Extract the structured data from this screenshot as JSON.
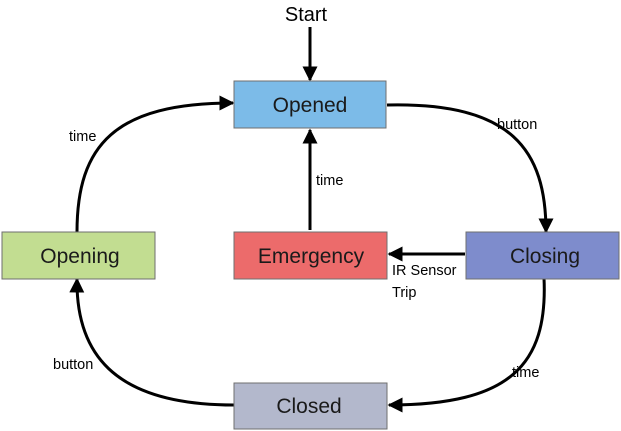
{
  "diagram": {
    "start_label": "Start",
    "states": {
      "opened": {
        "label": "Opened",
        "color": "#7cbbe8"
      },
      "opening": {
        "label": "Opening",
        "color": "#c2dd91"
      },
      "emergency": {
        "label": "Emergency",
        "color": "#ec6b6b"
      },
      "closing": {
        "label": "Closing",
        "color": "#7e8ccc"
      },
      "closed": {
        "label": "Closed",
        "color": "#b3b8cc"
      }
    },
    "transitions": {
      "opened_to_closing": {
        "label": "button"
      },
      "closing_to_closed": {
        "label": "time"
      },
      "closed_to_opening": {
        "label": "button"
      },
      "opening_to_opened": {
        "label": "time"
      },
      "emergency_to_opened": {
        "label": "time"
      },
      "closing_to_emergency": {
        "label_line1": "IR Sensor",
        "label_line2": "Trip"
      }
    }
  }
}
